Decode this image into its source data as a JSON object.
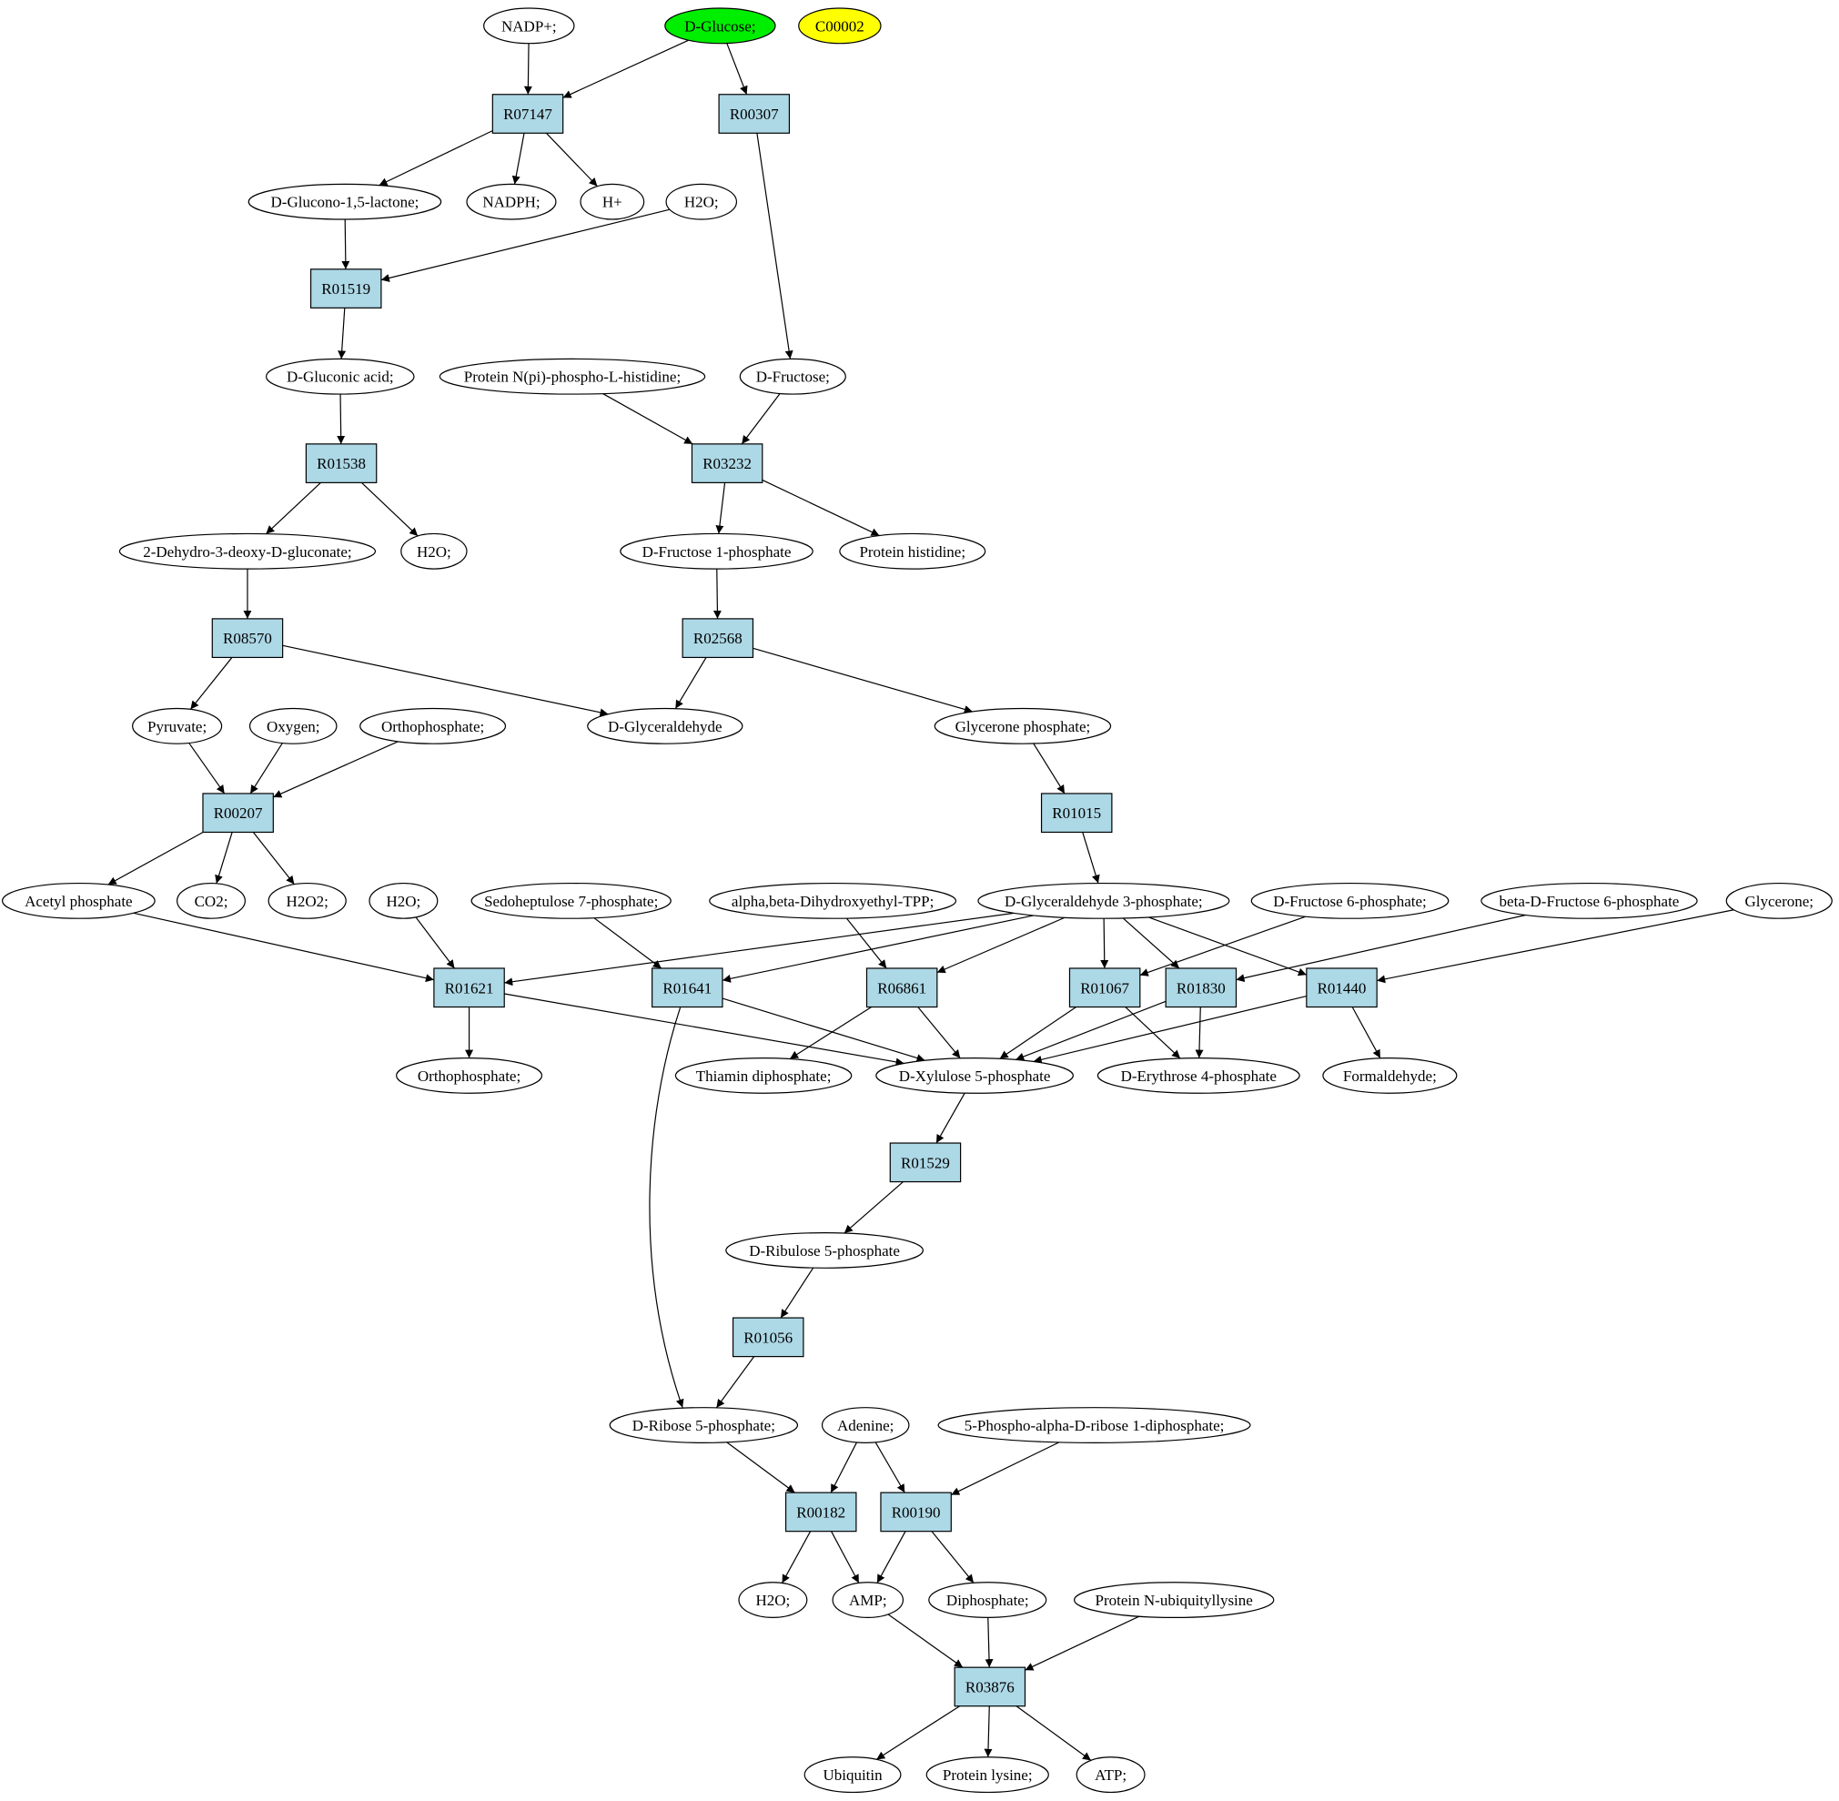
{
  "nodes": [
    {
      "id": "nadp",
      "kind": "compound",
      "label": "NADP+;",
      "fill": "#ffffff"
    },
    {
      "id": "dglucose",
      "kind": "compound",
      "label": "D-Glucose;",
      "fill": "#00ee00"
    },
    {
      "id": "c00002",
      "kind": "compound",
      "label": "C00002",
      "fill": "#ffff00"
    },
    {
      "id": "R07147",
      "kind": "reaction",
      "label": "R07147"
    },
    {
      "id": "R00307",
      "kind": "reaction",
      "label": "R00307"
    },
    {
      "id": "glucono",
      "kind": "compound",
      "label": "D-Glucono-1,5-lactone;",
      "fill": "#ffffff"
    },
    {
      "id": "nadph",
      "kind": "compound",
      "label": "NADPH;",
      "fill": "#ffffff"
    },
    {
      "id": "hplus",
      "kind": "compound",
      "label": "H+",
      "fill": "#ffffff"
    },
    {
      "id": "h2o_a",
      "kind": "compound",
      "label": "H2O;",
      "fill": "#ffffff"
    },
    {
      "id": "R01519",
      "kind": "reaction",
      "label": "R01519"
    },
    {
      "id": "gluconic",
      "kind": "compound",
      "label": "D-Gluconic acid;",
      "fill": "#ffffff"
    },
    {
      "id": "protnpi",
      "kind": "compound",
      "label": "Protein N(pi)-phospho-L-histidine;",
      "fill": "#ffffff"
    },
    {
      "id": "dfructose",
      "kind": "compound",
      "label": "D-Fructose;",
      "fill": "#ffffff"
    },
    {
      "id": "R01538",
      "kind": "reaction",
      "label": "R01538"
    },
    {
      "id": "R03232",
      "kind": "reaction",
      "label": "R03232"
    },
    {
      "id": "dehydro",
      "kind": "compound",
      "label": "2-Dehydro-3-deoxy-D-gluconate;",
      "fill": "#ffffff"
    },
    {
      "id": "h2o_b",
      "kind": "compound",
      "label": "H2O;",
      "fill": "#ffffff"
    },
    {
      "id": "fru1p",
      "kind": "compound",
      "label": "D-Fructose 1-phosphate",
      "fill": "#ffffff"
    },
    {
      "id": "prothis",
      "kind": "compound",
      "label": "Protein histidine;",
      "fill": "#ffffff"
    },
    {
      "id": "R08570",
      "kind": "reaction",
      "label": "R08570"
    },
    {
      "id": "R02568",
      "kind": "reaction",
      "label": "R02568"
    },
    {
      "id": "pyruvate",
      "kind": "compound",
      "label": "Pyruvate;",
      "fill": "#ffffff"
    },
    {
      "id": "oxygen",
      "kind": "compound",
      "label": "Oxygen;",
      "fill": "#ffffff"
    },
    {
      "id": "ortho_a",
      "kind": "compound",
      "label": "Orthophosphate;",
      "fill": "#ffffff"
    },
    {
      "id": "glyceraldehyde",
      "kind": "compound",
      "label": "D-Glyceraldehyde",
      "fill": "#ffffff"
    },
    {
      "id": "glycerone_p",
      "kind": "compound",
      "label": "Glycerone phosphate;",
      "fill": "#ffffff"
    },
    {
      "id": "R00207",
      "kind": "reaction",
      "label": "R00207"
    },
    {
      "id": "R01015",
      "kind": "reaction",
      "label": "R01015"
    },
    {
      "id": "acetylp",
      "kind": "compound",
      "label": "Acetyl phosphate",
      "fill": "#ffffff"
    },
    {
      "id": "co2",
      "kind": "compound",
      "label": "CO2;",
      "fill": "#ffffff"
    },
    {
      "id": "h2o2",
      "kind": "compound",
      "label": "H2O2;",
      "fill": "#ffffff"
    },
    {
      "id": "h2o_c",
      "kind": "compound",
      "label": "H2O;",
      "fill": "#ffffff"
    },
    {
      "id": "sedo7p",
      "kind": "compound",
      "label": "Sedoheptulose 7-phosphate;",
      "fill": "#ffffff"
    },
    {
      "id": "abdhtpp",
      "kind": "compound",
      "label": "alpha,beta-Dihydroxyethyl-TPP;",
      "fill": "#ffffff"
    },
    {
      "id": "gap",
      "kind": "compound",
      "label": "D-Glyceraldehyde 3-phosphate;",
      "fill": "#ffffff"
    },
    {
      "id": "fru6p",
      "kind": "compound",
      "label": "D-Fructose 6-phosphate;",
      "fill": "#ffffff"
    },
    {
      "id": "bfru6p",
      "kind": "compound",
      "label": "beta-D-Fructose 6-phosphate",
      "fill": "#ffffff"
    },
    {
      "id": "glycerone",
      "kind": "compound",
      "label": "Glycerone;",
      "fill": "#ffffff"
    },
    {
      "id": "R01621",
      "kind": "reaction",
      "label": "R01621"
    },
    {
      "id": "R01641",
      "kind": "reaction",
      "label": "R01641"
    },
    {
      "id": "R06861",
      "kind": "reaction",
      "label": "R06861"
    },
    {
      "id": "R01067",
      "kind": "reaction",
      "label": "R01067"
    },
    {
      "id": "R01830",
      "kind": "reaction",
      "label": "R01830"
    },
    {
      "id": "R01440",
      "kind": "reaction",
      "label": "R01440"
    },
    {
      "id": "ortho_b",
      "kind": "compound",
      "label": "Orthophosphate;",
      "fill": "#ffffff"
    },
    {
      "id": "thiamin",
      "kind": "compound",
      "label": "Thiamin diphosphate;",
      "fill": "#ffffff"
    },
    {
      "id": "xylulose5p",
      "kind": "compound",
      "label": "D-Xylulose 5-phosphate",
      "fill": "#ffffff"
    },
    {
      "id": "ery4p",
      "kind": "compound",
      "label": "D-Erythrose 4-phosphate",
      "fill": "#ffffff"
    },
    {
      "id": "formaldehyde",
      "kind": "compound",
      "label": "Formaldehyde;",
      "fill": "#ffffff"
    },
    {
      "id": "R01529",
      "kind": "reaction",
      "label": "R01529"
    },
    {
      "id": "ribulose5p",
      "kind": "compound",
      "label": "D-Ribulose 5-phosphate",
      "fill": "#ffffff"
    },
    {
      "id": "R01056",
      "kind": "reaction",
      "label": "R01056"
    },
    {
      "id": "ribose5p",
      "kind": "compound",
      "label": "D-Ribose 5-phosphate;",
      "fill": "#ffffff"
    },
    {
      "id": "adenine",
      "kind": "compound",
      "label": "Adenine;",
      "fill": "#ffffff"
    },
    {
      "id": "prpp",
      "kind": "compound",
      "label": "5-Phospho-alpha-D-ribose 1-diphosphate;",
      "fill": "#ffffff"
    },
    {
      "id": "R00182",
      "kind": "reaction",
      "label": "R00182"
    },
    {
      "id": "R00190",
      "kind": "reaction",
      "label": "R00190"
    },
    {
      "id": "h2o_d",
      "kind": "compound",
      "label": "H2O;",
      "fill": "#ffffff"
    },
    {
      "id": "amp",
      "kind": "compound",
      "label": "AMP;",
      "fill": "#ffffff"
    },
    {
      "id": "diphosphate",
      "kind": "compound",
      "label": "Diphosphate;",
      "fill": "#ffffff"
    },
    {
      "id": "protubi",
      "kind": "compound",
      "label": "Protein N-ubiquityllysine",
      "fill": "#ffffff"
    },
    {
      "id": "R03876",
      "kind": "reaction",
      "label": "R03876"
    },
    {
      "id": "ubiquitin",
      "kind": "compound",
      "label": "Ubiquitin",
      "fill": "#ffffff"
    },
    {
      "id": "protlys",
      "kind": "compound",
      "label": "Protein lysine;",
      "fill": "#ffffff"
    },
    {
      "id": "atp",
      "kind": "compound",
      "label": "ATP;",
      "fill": "#ffffff"
    }
  ],
  "edges": [
    [
      "nadp",
      "R07147"
    ],
    [
      "dglucose",
      "R07147"
    ],
    [
      "dglucose",
      "R00307"
    ],
    [
      "R07147",
      "glucono"
    ],
    [
      "R07147",
      "nadph"
    ],
    [
      "R07147",
      "hplus"
    ],
    [
      "glucono",
      "R01519"
    ],
    [
      "h2o_a",
      "R01519"
    ],
    [
      "R01519",
      "gluconic"
    ],
    [
      "R00307",
      "dfructose"
    ],
    [
      "gluconic",
      "R01538"
    ],
    [
      "protnpi",
      "R03232"
    ],
    [
      "dfructose",
      "R03232"
    ],
    [
      "R01538",
      "dehydro"
    ],
    [
      "R01538",
      "h2o_b"
    ],
    [
      "R03232",
      "fru1p"
    ],
    [
      "R03232",
      "prothis"
    ],
    [
      "dehydro",
      "R08570"
    ],
    [
      "fru1p",
      "R02568"
    ],
    [
      "R08570",
      "pyruvate"
    ],
    [
      "R08570",
      "glyceraldehyde"
    ],
    [
      "R02568",
      "glyceraldehyde"
    ],
    [
      "R02568",
      "glycerone_p"
    ],
    [
      "pyruvate",
      "R00207"
    ],
    [
      "oxygen",
      "R00207"
    ],
    [
      "ortho_a",
      "R00207"
    ],
    [
      "glycerone_p",
      "R01015"
    ],
    [
      "R00207",
      "acetylp"
    ],
    [
      "R00207",
      "co2"
    ],
    [
      "R00207",
      "h2o2"
    ],
    [
      "R01015",
      "gap"
    ],
    [
      "acetylp",
      "R01621"
    ],
    [
      "h2o_c",
      "R01621"
    ],
    [
      "gap",
      "R01621"
    ],
    [
      "sedo7p",
      "R01641"
    ],
    [
      "gap",
      "R01641"
    ],
    [
      "abdhtpp",
      "R06861"
    ],
    [
      "gap",
      "R06861"
    ],
    [
      "gap",
      "R01067"
    ],
    [
      "fru6p",
      "R01067"
    ],
    [
      "gap",
      "R01830"
    ],
    [
      "bfru6p",
      "R01830"
    ],
    [
      "gap",
      "R01440"
    ],
    [
      "glycerone",
      "R01440"
    ],
    [
      "R01621",
      "ortho_b"
    ],
    [
      "R01621",
      "xylulose5p"
    ],
    [
      "R01641",
      "xylulose5p"
    ],
    [
      "R01641",
      "ribose5p"
    ],
    [
      "R06861",
      "thiamin"
    ],
    [
      "R06861",
      "xylulose5p"
    ],
    [
      "R01067",
      "xylulose5p"
    ],
    [
      "R01067",
      "ery4p"
    ],
    [
      "R01830",
      "xylulose5p"
    ],
    [
      "R01830",
      "ery4p"
    ],
    [
      "R01440",
      "xylulose5p"
    ],
    [
      "R01440",
      "formaldehyde"
    ],
    [
      "xylulose5p",
      "R01529"
    ],
    [
      "R01529",
      "ribulose5p"
    ],
    [
      "ribulose5p",
      "R01056"
    ],
    [
      "R01056",
      "ribose5p"
    ],
    [
      "ribose5p",
      "R00182"
    ],
    [
      "adenine",
      "R00182"
    ],
    [
      "adenine",
      "R00190"
    ],
    [
      "prpp",
      "R00190"
    ],
    [
      "R00182",
      "h2o_d"
    ],
    [
      "R00182",
      "amp"
    ],
    [
      "R00190",
      "amp"
    ],
    [
      "R00190",
      "diphosphate"
    ],
    [
      "amp",
      "R03876"
    ],
    [
      "diphosphate",
      "R03876"
    ],
    [
      "protubi",
      "R03876"
    ],
    [
      "R03876",
      "ubiquitin"
    ],
    [
      "R03876",
      "protlys"
    ],
    [
      "R03876",
      "atp"
    ]
  ],
  "colors": {
    "reaction_fill": "#add8e6",
    "start_compound": "#00ee00",
    "highlight_compound": "#ffff00",
    "stroke": "#000000"
  }
}
